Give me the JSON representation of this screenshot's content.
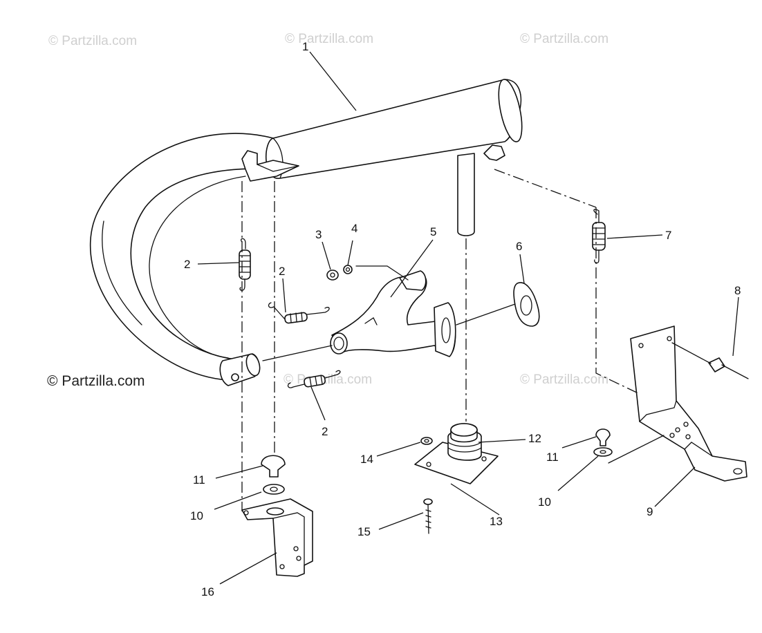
{
  "watermark": {
    "text": "© Partzilla.com"
  },
  "callouts": [
    {
      "id": "c1",
      "label": "1"
    },
    {
      "id": "c2a",
      "label": "2"
    },
    {
      "id": "c2b",
      "label": "2"
    },
    {
      "id": "c2c",
      "label": "2"
    },
    {
      "id": "c3",
      "label": "3"
    },
    {
      "id": "c4",
      "label": "4"
    },
    {
      "id": "c5",
      "label": "5"
    },
    {
      "id": "c6",
      "label": "6"
    },
    {
      "id": "c7",
      "label": "7"
    },
    {
      "id": "c8",
      "label": "8"
    },
    {
      "id": "c9",
      "label": "9"
    },
    {
      "id": "c10a",
      "label": "10"
    },
    {
      "id": "c10b",
      "label": "10"
    },
    {
      "id": "c11a",
      "label": "11"
    },
    {
      "id": "c11b",
      "label": "11"
    },
    {
      "id": "c12",
      "label": "12"
    },
    {
      "id": "c13",
      "label": "13"
    },
    {
      "id": "c14",
      "label": "14"
    },
    {
      "id": "c15",
      "label": "15"
    },
    {
      "id": "c16",
      "label": "16"
    }
  ],
  "colors": {
    "line": "#111111",
    "background": "#ffffff",
    "watermark": "#cfcfcf"
  }
}
